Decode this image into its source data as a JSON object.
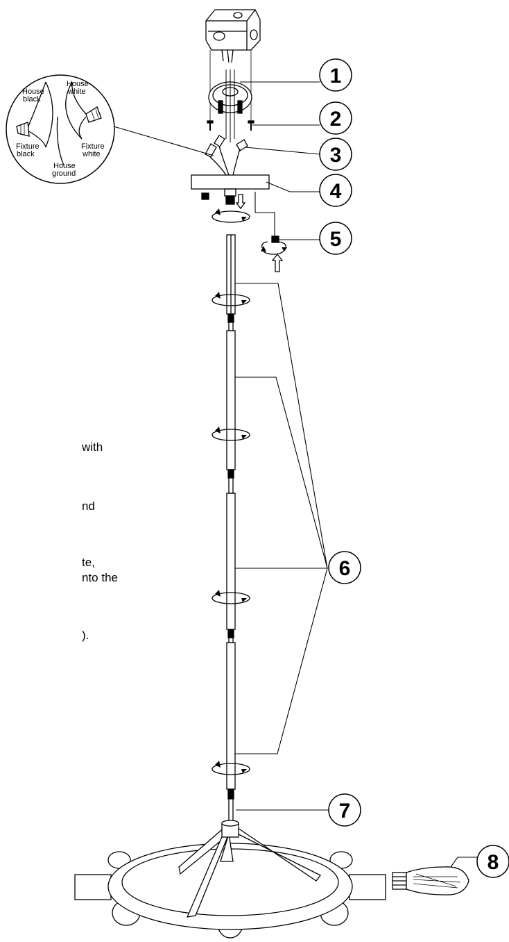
{
  "callouts": [
    "1",
    "2",
    "3",
    "4",
    "5",
    "6",
    "7",
    "8"
  ],
  "wiring_detail": {
    "house_black": [
      "House",
      "black"
    ],
    "house_white": [
      "House",
      "white"
    ],
    "fixture_black": [
      "Fixture",
      "black"
    ],
    "fixture_white": [
      "Fixture",
      "white"
    ],
    "house_ground": [
      "House",
      "ground"
    ]
  },
  "text_fragments": [
    "with",
    "nd",
    "te,",
    "nto the",
    ")."
  ]
}
